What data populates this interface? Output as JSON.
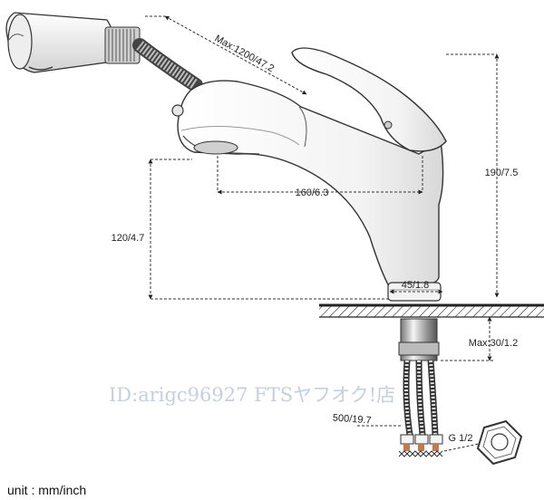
{
  "diagram": {
    "dimensions": {
      "hose_max": "Max:1200/47.2",
      "height": "190/7.5",
      "reach": "160/6.3",
      "spout_height": "120/4.7",
      "base_diameter": "45/1.8",
      "deck_thickness_max": "Max:30/1.2",
      "supply_hose": "500/19.7",
      "thread": "G 1/2"
    },
    "watermark": "ID:arigc96927 FTSヤフオク!店",
    "unit_label": "unit : mm/inch"
  }
}
